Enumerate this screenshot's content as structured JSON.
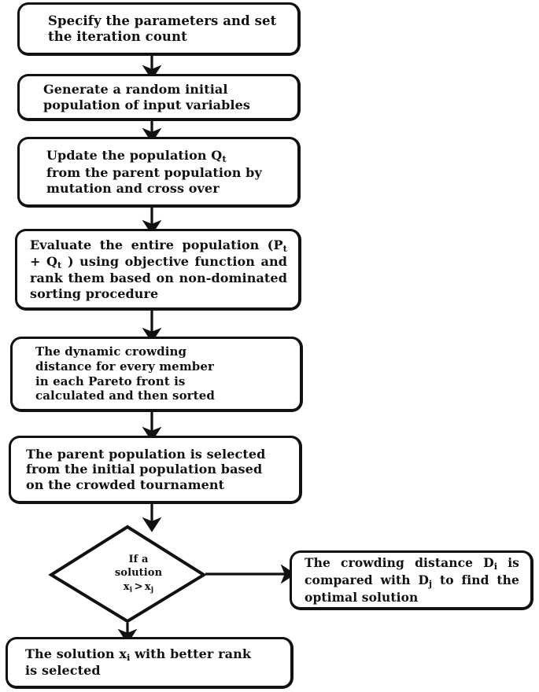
{
  "diagram": {
    "title": "Multi-objective optimization algorithm flowchart",
    "background_color": "#ffffff",
    "stroke_color": "#111111",
    "orientation": "top-to-bottom"
  },
  "nodes": {
    "step1": {
      "shape": "rounded-rectangle",
      "text": "Specify the parameters and set\nthe iteration count"
    },
    "step2": {
      "shape": "rounded-rectangle",
      "text": "Generate a random initial\npopulation of input variables"
    },
    "step3": {
      "shape": "rounded-rectangle",
      "line1_pre": "Update the population Q",
      "line1_sub": "t",
      "rest": "from the parent population by\nmutation and cross over"
    },
    "step4": {
      "shape": "rounded-rectangle",
      "seg1": "Evaluate the entire population (P",
      "sub1": "t",
      "seg2": "+ Q",
      "sub2": "t",
      "seg3": " ) using objective function and rank them based on non-dominated sorting procedure"
    },
    "step5": {
      "shape": "rounded-rectangle",
      "text": "The dynamic crowding\ndistance for every member\nin each Pareto front is\ncalculated and then sorted"
    },
    "step6": {
      "shape": "rounded-rectangle",
      "text": "The parent population is selected\nfrom the initial population based\non the crowded tournament"
    },
    "decision": {
      "shape": "diamond",
      "line1": "If a",
      "line2": "solution",
      "var_left": "x",
      "var_left_sub": "i",
      "operator": ">",
      "var_right": "x",
      "var_right_sub": "j"
    },
    "right_box": {
      "shape": "rounded-rectangle",
      "seg1": "The crowding distance D",
      "sub1": "i",
      "seg2": "is compared with D",
      "sub2": "j",
      "seg3": " to find the optimal solution"
    },
    "step7": {
      "shape": "rounded-rectangle",
      "seg1": "The solution x",
      "sub1": "i",
      "seg2": " with better rank",
      "seg3": "is selected"
    }
  },
  "edges": [
    {
      "name": "step1-to-step2",
      "from": "step1",
      "to": "step2",
      "type": "arrow-down"
    },
    {
      "name": "step2-to-step3",
      "from": "step2",
      "to": "step3",
      "type": "arrow-down"
    },
    {
      "name": "step3-to-step4",
      "from": "step3",
      "to": "step4",
      "type": "arrow-down"
    },
    {
      "name": "step4-to-step5",
      "from": "step4",
      "to": "step5",
      "type": "arrow-down"
    },
    {
      "name": "step5-to-step6",
      "from": "step5",
      "to": "step6",
      "type": "arrow-down"
    },
    {
      "name": "step6-to-decision",
      "from": "step6",
      "to": "decision",
      "type": "arrow-down"
    },
    {
      "name": "decision-to-right-box",
      "from": "decision",
      "to": "right_box",
      "type": "arrow-right"
    },
    {
      "name": "decision-to-step7",
      "from": "decision",
      "to": "step7",
      "type": "arrow-down"
    }
  ]
}
